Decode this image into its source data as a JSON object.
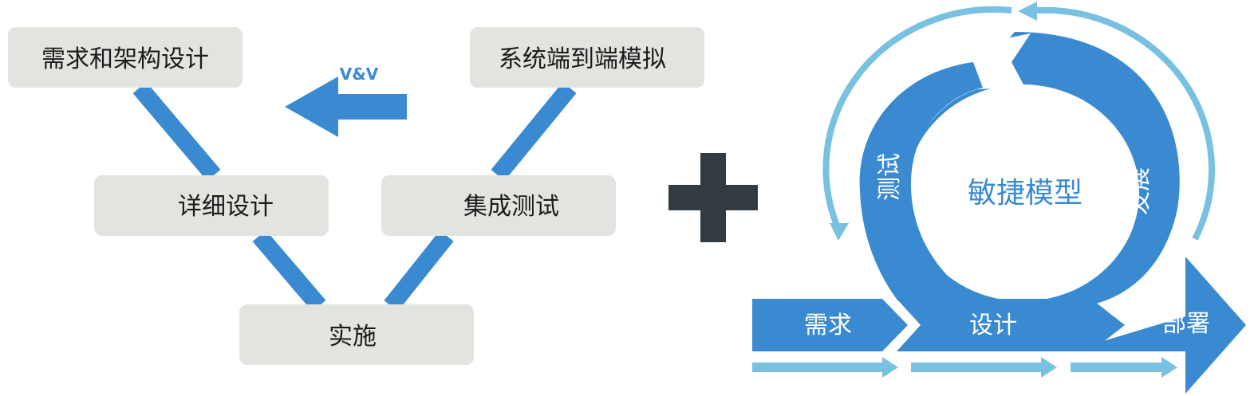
{
  "v_model": {
    "boxes": {
      "requirements_architecture": "需求和架构设计",
      "detailed_design": "详细设计",
      "implementation": "实施",
      "integration_test": "集成测试",
      "system_simulation": "系统端到端模拟"
    },
    "vv_label": "V&V"
  },
  "agile": {
    "center": "敏捷模型",
    "left_arc": "测试",
    "right_arc": "发展",
    "flow": {
      "requirements": "需求",
      "design": "设计",
      "deploy": "部署"
    }
  },
  "colors": {
    "accent_blue": "#3a8ad1",
    "light_blue": "#79c1e0",
    "box_gray": "#e1e4df",
    "plus_dark": "#323b41",
    "text_dark": "#1b1b1b"
  }
}
